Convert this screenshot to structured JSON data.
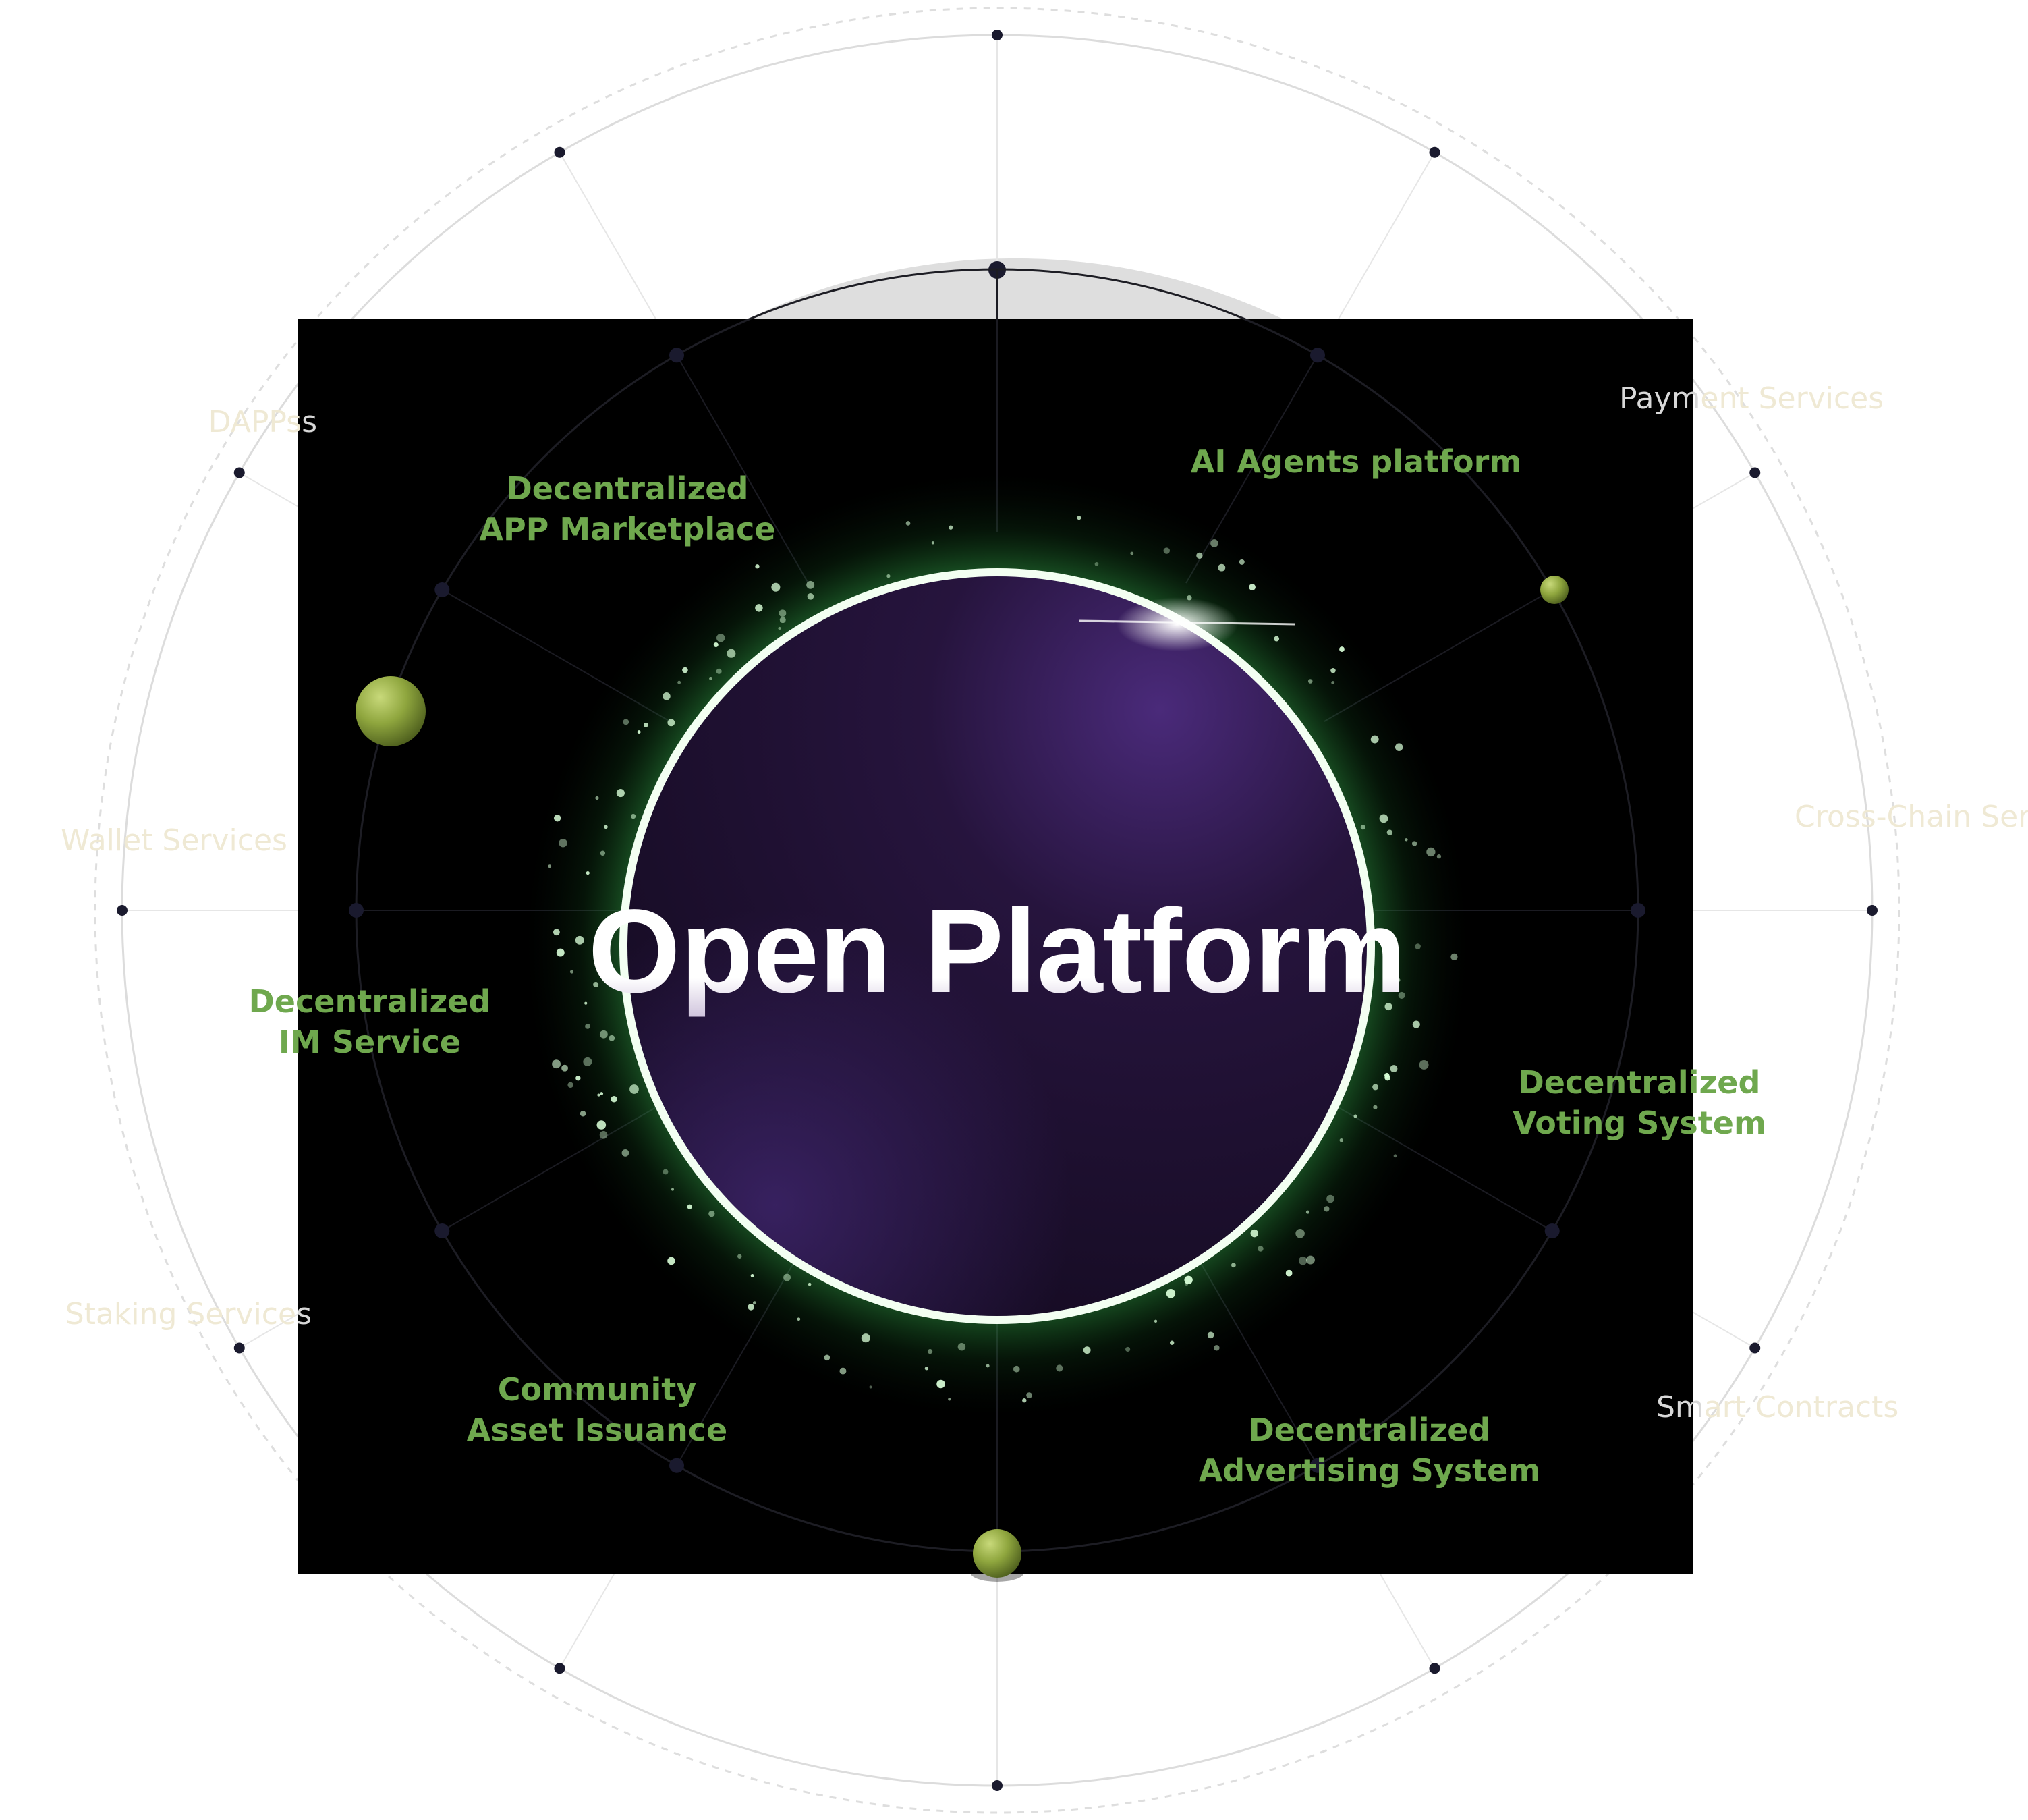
{
  "diagram": {
    "title": "Open Platform",
    "colors": {
      "panel": "#000000",
      "core": "#1f1030",
      "core_highlight": "#4a2a7a",
      "glow": "#4fdc6a",
      "label_green": "#6fa84e",
      "label_faded": "#efe9d4",
      "node": "#1a1a2e",
      "planet": "#9cb24a",
      "ring": "#e2e2e2"
    },
    "inner_labels": [
      {
        "id": "app-marketplace",
        "lines": [
          "Decentralized",
          "APP Marketplace"
        ]
      },
      {
        "id": "ai-agents",
        "lines": [
          "AI Agents platform"
        ]
      },
      {
        "id": "im-service",
        "lines": [
          "Decentralized",
          "IM Service"
        ]
      },
      {
        "id": "voting-system",
        "lines": [
          "Decentralized",
          "Voting System"
        ]
      },
      {
        "id": "asset-issuance",
        "lines": [
          "Community",
          "Asset Issuance"
        ]
      },
      {
        "id": "advertising-system",
        "lines": [
          "Decentralized",
          "Advertising System"
        ]
      }
    ],
    "outer_labels": [
      {
        "id": "outer-top-left",
        "visible": "s",
        "faded": "DAPPs"
      },
      {
        "id": "outer-top-right",
        "visible": "Paym",
        "faded": "ent Services"
      },
      {
        "id": "outer-left",
        "visible": "",
        "faded": "Wallet Services"
      },
      {
        "id": "outer-right",
        "visible": "",
        "faded": "Cross-Chain Services"
      },
      {
        "id": "outer-bottom-left",
        "visible": "s",
        "faded": "Staking Service"
      },
      {
        "id": "outer-bottom-right",
        "visible": "Sm",
        "faded": "art Contracts"
      }
    ]
  }
}
